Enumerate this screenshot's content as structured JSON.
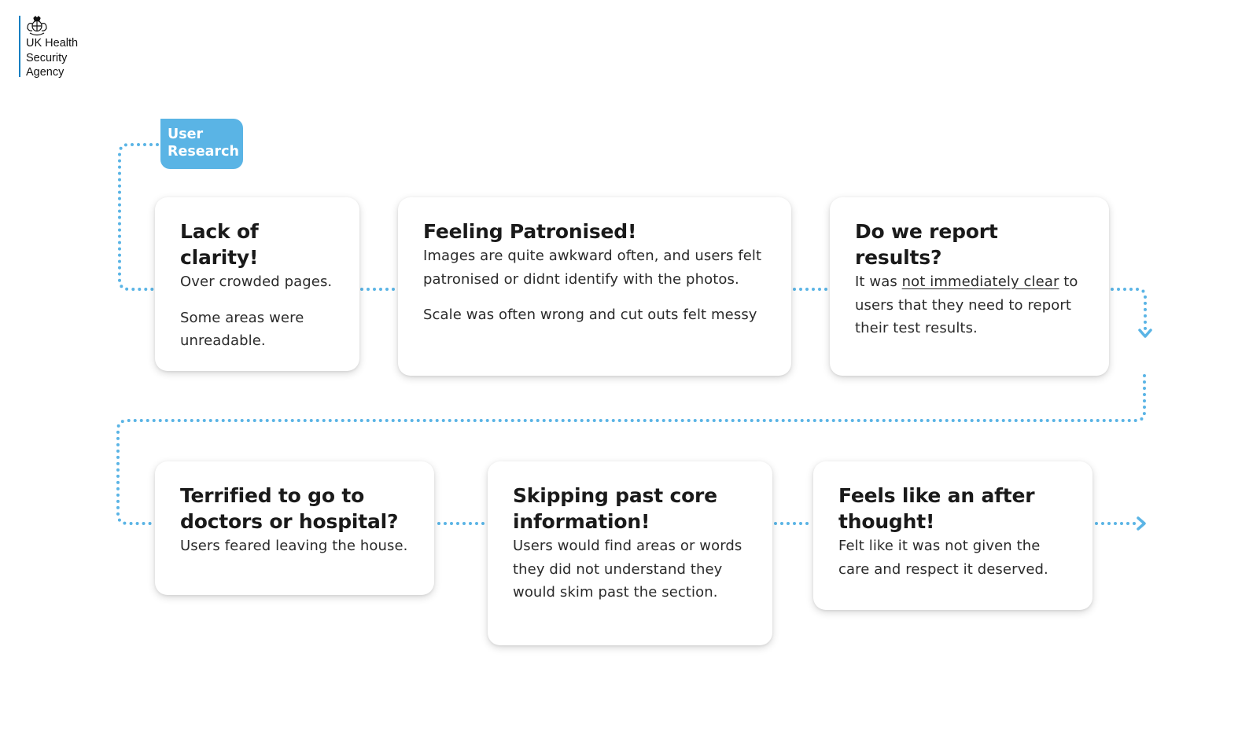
{
  "logo": {
    "lines": [
      "UK Health",
      "Security",
      "Agency"
    ]
  },
  "tag": {
    "lines": [
      "User",
      "Research"
    ]
  },
  "colors": {
    "accent": "#5ab4e5",
    "logo_rule": "#0b7ec1",
    "heading": "#1a1a1a",
    "body_text": "#2b2b2b"
  },
  "cards": [
    {
      "title": "Lack of clarity!",
      "paragraphs": [
        "Over crowded pages.",
        "Some areas were unreadable."
      ]
    },
    {
      "title": "Feeling Patronised!",
      "paragraphs": [
        "Images are quite awkward often, and users felt patronised or didnt identify with the photos.",
        "Scale was often wrong and cut outs felt messy"
      ]
    },
    {
      "title": "Do we report results?",
      "p_before": "It was ",
      "p_underlined": "not immediately clear",
      "p_after": " to users that they need to report their test results."
    },
    {
      "title": "Terrified to go to doctors or hospital?",
      "paragraphs": [
        "Users feared leaving the house."
      ]
    },
    {
      "title": "Skipping past core information!",
      "paragraphs": [
        "Users would find areas or words they did not understand they would skim past the section."
      ]
    },
    {
      "title": "Feels like an after thought!",
      "paragraphs": [
        "Felt like it was not given the care and respect it deserved."
      ]
    }
  ]
}
